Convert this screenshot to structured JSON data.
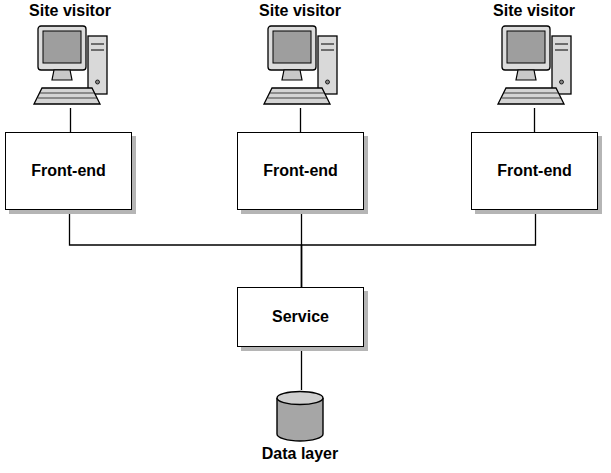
{
  "diagram": {
    "nodes": [
      {
        "text": [
          "Site visitor"
        ]
      },
      {
        "text": [
          "Site visitor"
        ]
      },
      {
        "text": [
          "Site visitor"
        ]
      },
      {
        "text": [
          "Front-end"
        ]
      },
      {
        "text": [
          "Front-end"
        ]
      },
      {
        "text": [
          "Front-end"
        ]
      },
      {
        "text": [
          "Service"
        ]
      },
      {
        "text": [
          "Data layer"
        ]
      }
    ],
    "edges": [
      {
        "from": 0,
        "to": 3,
        "arrow": "none"
      },
      {
        "from": 1,
        "to": 4,
        "arrow": "none"
      },
      {
        "from": 2,
        "to": 5,
        "arrow": "none"
      },
      {
        "from": 3,
        "to": 6,
        "arrow": "none"
      },
      {
        "from": 4,
        "to": 6,
        "arrow": "none"
      },
      {
        "from": 5,
        "to": 6,
        "arrow": "none"
      },
      {
        "from": 6,
        "to": 7,
        "arrow": "none"
      }
    ]
  }
}
